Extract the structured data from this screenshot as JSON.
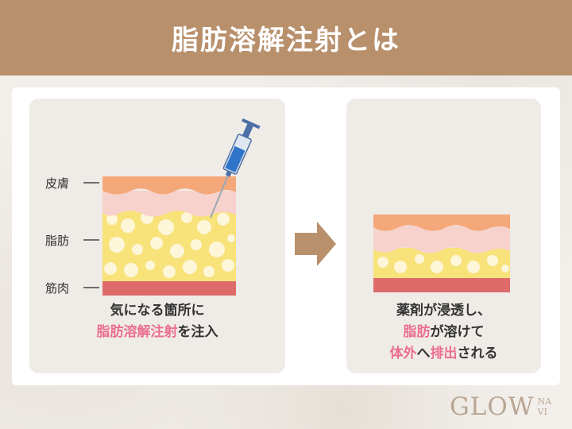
{
  "header": {
    "title": "脂肪溶解注射とは"
  },
  "colors": {
    "header_bg": "#b8906c",
    "skin": "#f4a87a",
    "dermis": "#f7d2cc",
    "fat": "#f8e27a",
    "muscle": "#de6a6a",
    "accent_pink": "#ec6e92",
    "arrow": "#b8906c"
  },
  "left_panel": {
    "labels": {
      "skin": "皮膚",
      "fat": "脂肪",
      "muscle": "筋肉"
    },
    "caption": {
      "line1": "気になる箇所に",
      "line2_highlight": "脂肪溶解注射",
      "line2_rest": "を注入"
    }
  },
  "right_panel": {
    "caption": {
      "line1": "薬剤が浸透し、",
      "line2_highlight": "脂肪",
      "line2_rest": "が溶けて",
      "line3_highlight": "体外",
      "line3_mid": "へ",
      "line3_highlight2": "排出",
      "line3_rest": "される"
    }
  },
  "logo": {
    "main": "GLOW",
    "sub_top": "NA",
    "sub_bottom": "VI"
  }
}
